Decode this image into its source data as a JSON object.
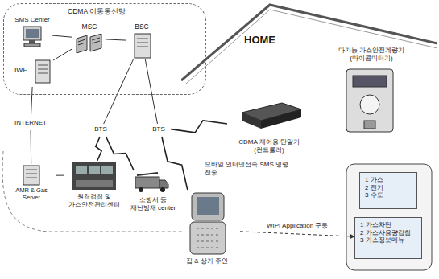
{
  "diagram": {
    "nodes": [
      {
        "text": [
          "CDMA 이동통신망"
        ]
      },
      {
        "text": [
          "SMS Center"
        ],
        "in": 0
      },
      {
        "text": [
          "MSC"
        ],
        "in": 0
      },
      {
        "text": [
          "BSC"
        ],
        "in": 0
      },
      {
        "text": [
          "IWF"
        ],
        "in": 0
      },
      {
        "text": [
          "HOME"
        ]
      },
      {
        "text": [
          "다기능 가스안전계량기 (마이콤미터기)"
        ],
        "in": 5
      },
      {
        "text": [
          "CDMA 제어용 단말기(컨트롤러)"
        ],
        "in": 5
      },
      {
        "text": [
          "INTERNET"
        ]
      },
      {
        "text": [
          "BTS"
        ]
      },
      {
        "text": [
          "BTS"
        ]
      },
      {
        "text": [
          "AMR & Gas Server"
        ]
      },
      {
        "text": [
          "원격검침 및 가스안전관리센터"
        ]
      },
      {
        "text": [
          "소방서 등 재난방재 center"
        ]
      },
      {
        "text": [
          "집 & 상가 주인"
        ]
      },
      {
        "text": [
          "1 가스",
          "2 전기",
          "3 수도"
        ]
      },
      {
        "text": [
          "1 가스차단",
          "2 가스사용량검침",
          "3 가스정보메뉴"
        ]
      }
    ],
    "edges": [
      {
        "from": 1,
        "to": 2,
        "arrow": "none"
      },
      {
        "from": 4,
        "to": 2,
        "arrow": "none"
      },
      {
        "from": 2,
        "to": 3,
        "arrow": "none"
      },
      {
        "from": 3,
        "to": 9,
        "arrow": "none"
      },
      {
        "from": 3,
        "to": 10,
        "arrow": "none"
      },
      {
        "from": 4,
        "to": 8,
        "arrow": "none"
      },
      {
        "from": 8,
        "to": 11,
        "arrow": "none"
      },
      {
        "from": 11,
        "to": 12,
        "arrow": "none"
      },
      {
        "from": 9,
        "to": 12,
        "arrow": "none"
      },
      {
        "from": 9,
        "to": 13,
        "arrow": "none"
      },
      {
        "from": 10,
        "to": 7,
        "arrow": "none"
      },
      {
        "from": 10,
        "to": 14,
        "arrow": "none",
        "label": "모바일 인터넷접속 SMS 명령 전송"
      },
      {
        "from": 14,
        "to": 16,
        "arrow": "to",
        "label": "WIPI Application 구동"
      }
    ]
  }
}
